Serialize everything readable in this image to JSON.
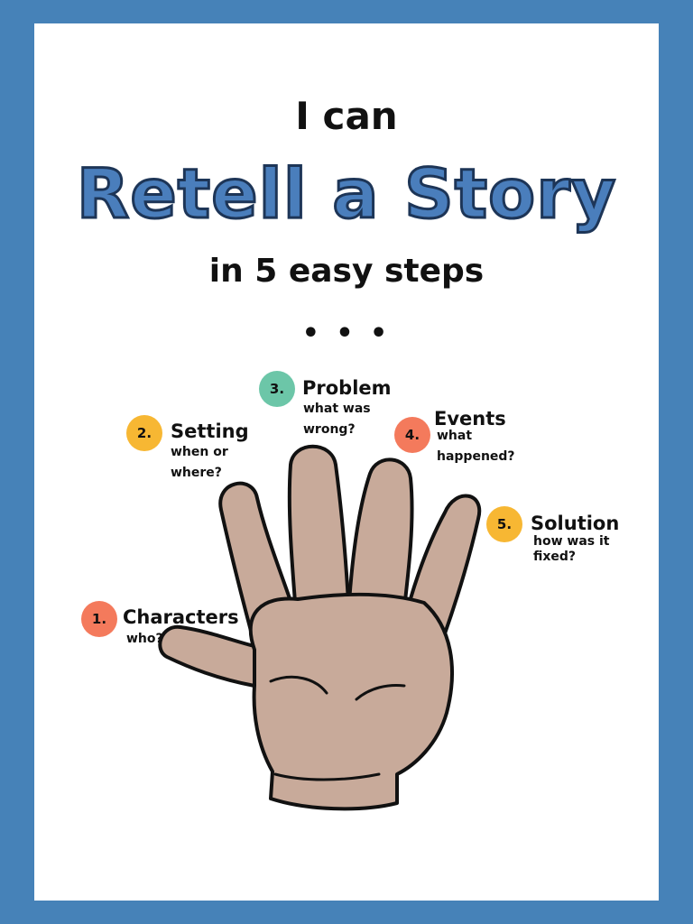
{
  "title": {
    "line1": "I can",
    "big": "Retell a Story",
    "line3": "in 5 easy steps",
    "dots": "• • •"
  },
  "colors": {
    "border": "#4682b8",
    "title_fill": "#4a7ebc",
    "title_outline": "#1d3557",
    "skin": "#c8aa9a",
    "coral": "#f47a5c",
    "yellow": "#f7b733",
    "teal": "#6cc6a8"
  },
  "steps": [
    {
      "number": "1.",
      "label": "Characters",
      "sub": "who?",
      "color": "#f47a5c"
    },
    {
      "number": "2.",
      "label": "Setting",
      "sub": "when or where?",
      "color": "#f7b733"
    },
    {
      "number": "3.",
      "label": "Problem",
      "sub": "what was wrong?",
      "color": "#6cc6a8"
    },
    {
      "number": "4.",
      "label": "Events",
      "sub": "what happened?",
      "color": "#f47a5c"
    },
    {
      "number": "5.",
      "label": "Solution",
      "sub": "how was it fixed?",
      "color": "#f7b733"
    }
  ]
}
